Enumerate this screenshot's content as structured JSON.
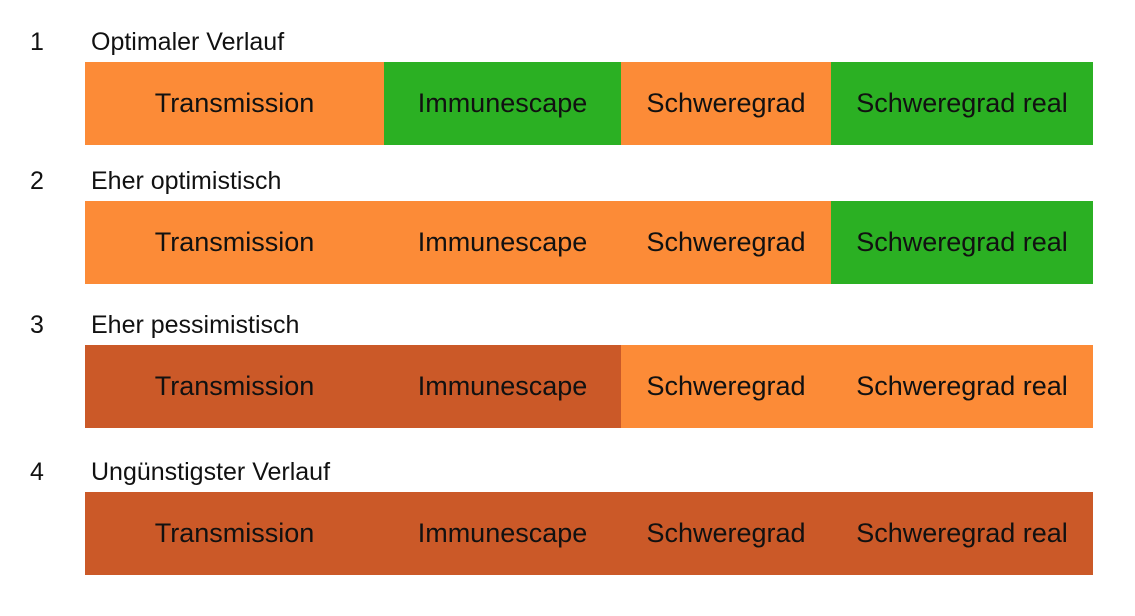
{
  "colors": {
    "good": "#2bb023",
    "medium": "#fc8b37",
    "bad": "#cb5928"
  },
  "scenarios": [
    {
      "number": "1",
      "title": "Optimaler Verlauf",
      "cells": [
        {
          "label": "Transmission",
          "status": "medium"
        },
        {
          "label": "Immunescape",
          "status": "good"
        },
        {
          "label": "Schweregrad",
          "status": "medium"
        },
        {
          "label": "Schweregrad real",
          "status": "good"
        }
      ]
    },
    {
      "number": "2",
      "title": "Eher optimistisch",
      "cells": [
        {
          "label": "Transmission",
          "status": "medium"
        },
        {
          "label": "Immunescape",
          "status": "medium"
        },
        {
          "label": "Schweregrad",
          "status": "medium"
        },
        {
          "label": "Schweregrad real",
          "status": "good"
        }
      ]
    },
    {
      "number": "3",
      "title": "Eher pessimistisch",
      "cells": [
        {
          "label": "Transmission",
          "status": "bad"
        },
        {
          "label": "Immunescape",
          "status": "bad"
        },
        {
          "label": "Schweregrad",
          "status": "medium"
        },
        {
          "label": "Schweregrad real",
          "status": "medium"
        }
      ]
    },
    {
      "number": "4",
      "title": "Ungünstigster Verlauf",
      "cells": [
        {
          "label": "Transmission",
          "status": "bad"
        },
        {
          "label": "Immunescape",
          "status": "bad"
        },
        {
          "label": "Schweregrad",
          "status": "bad"
        },
        {
          "label": "Schweregrad real",
          "status": "bad"
        }
      ]
    }
  ]
}
